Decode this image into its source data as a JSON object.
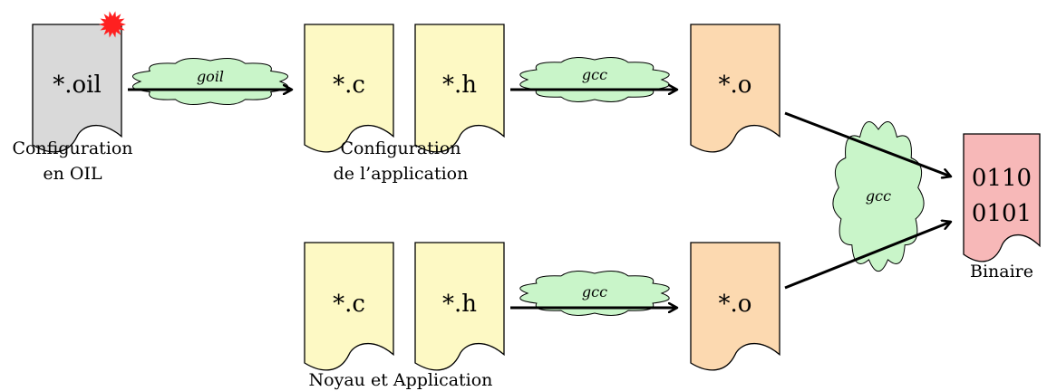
{
  "colors": {
    "oil_doc": "#d9d9d9",
    "source_doc": "#fdf9c4",
    "object_doc": "#fcd9b0",
    "binary_doc": "#f7b8b8",
    "cloud_fill": "#c9f5c9",
    "burst": "#ff2020",
    "stroke": "#000000"
  },
  "documents": {
    "oil": "*.oil",
    "config_c": "*.c",
    "config_h": "*.h",
    "config_o": "*.o",
    "kernel_c": "*.c",
    "kernel_h": "*.h",
    "kernel_o": "*.o",
    "binary_line1": "0110",
    "binary_line2": "0101"
  },
  "tools": {
    "goil": "goil",
    "gcc_config": "gcc",
    "gcc_kernel": "gcc",
    "gcc_link": "gcc"
  },
  "captions": {
    "oil_line1": "Configuration",
    "oil_line2": "en OIL",
    "config_line1": "Configuration",
    "config_line2": "de l’application",
    "kernel": "Noyau et Application",
    "binary": "Binaire"
  }
}
